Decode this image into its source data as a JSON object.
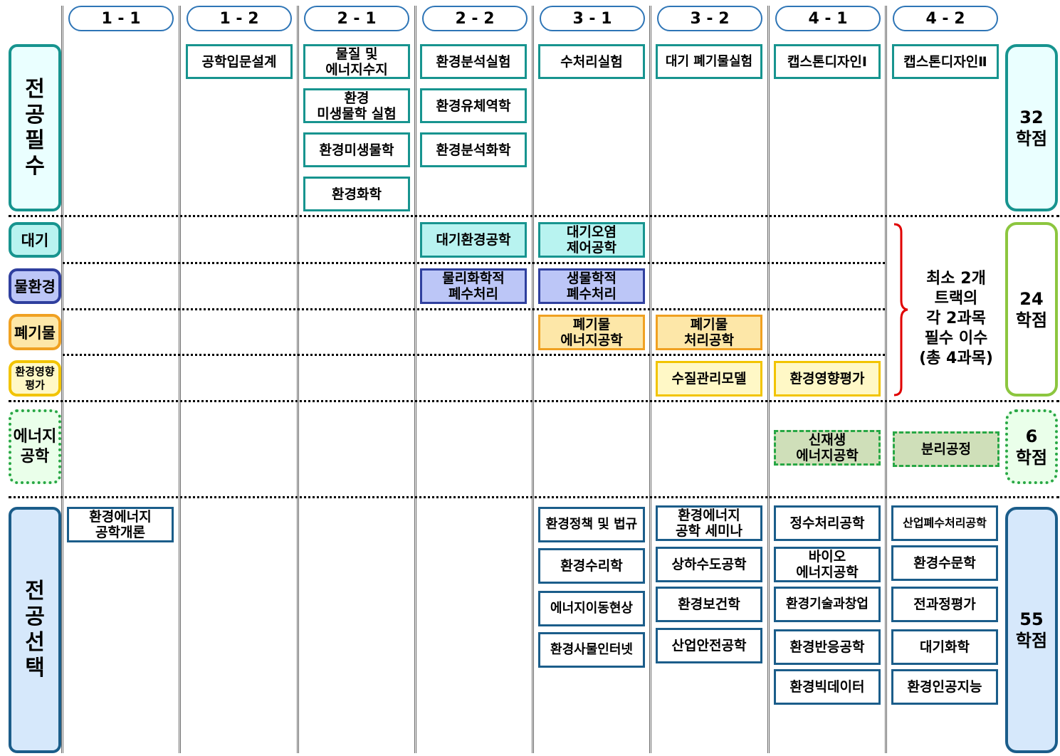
{
  "semesters": [
    "1 - 1",
    "1 - 2",
    "2 - 1",
    "2 - 2",
    "3 - 1",
    "3 - 2",
    "4 - 1",
    "4 - 2"
  ],
  "categories": {
    "major_required": "전공필수",
    "air": "대기",
    "water": "물환경",
    "waste": "폐기물",
    "eia": "환경영향\n평가",
    "energy": "에너지\n공학",
    "major_elective": "전공선택"
  },
  "credits": {
    "major_required": "32\n학점",
    "tracks": "24\n학점",
    "energy": "6\n학점",
    "major_elective": "55\n학점"
  },
  "track_note": "최소 2개\n트랙의\n각 2과목\n필수 이수\n(총 4과목)",
  "courses": {
    "major_required": {
      "s1_2": [
        "공학입문설계"
      ],
      "s2_1": [
        "물질 및\n에너지수지",
        "환경\n미생물학 실험",
        "환경미생물학",
        "환경화학"
      ],
      "s2_2": [
        "환경분석실험",
        "환경유체역학",
        "환경분석화학"
      ],
      "s3_1": [
        "수처리실험"
      ],
      "s3_2": [
        "대기 폐기물실험"
      ],
      "s4_1": [
        "캡스톤디자인Ⅰ"
      ],
      "s4_2": [
        "캡스톤디자인Ⅱ"
      ]
    },
    "air": {
      "s2_2": "대기환경공학",
      "s3_1": "대기오염\n제어공학"
    },
    "water": {
      "s2_2": "물리화학적\n폐수처리",
      "s3_1": "생물학적\n폐수처리"
    },
    "waste": {
      "s3_1": "폐기물\n에너지공학",
      "s3_2": "폐기물\n처리공학"
    },
    "eia": {
      "s3_2": "수질관리모델",
      "s4_1": "환경영향평가"
    },
    "energy": {
      "s4_1": "신재생\n에너지공학",
      "s4_2": "분리공정"
    },
    "major_elective": {
      "s1_1": [
        "환경에너지\n공학개론"
      ],
      "s3_1": [
        "환경정책 및 법규",
        "환경수리학",
        "에너지이동현상",
        "환경사물인터넷"
      ],
      "s3_2": [
        "환경에너지\n공학 세미나",
        "상하수도공학",
        "환경보건학",
        "산업안전공학"
      ],
      "s4_1": [
        "정수처리공학",
        "바이오\n에너지공학",
        "환경기술과창업",
        "환경반응공학",
        "환경빅데이터"
      ],
      "s4_2": [
        "산업폐수처리공학",
        "환경수문학",
        "전과정평가",
        "대기화학",
        "환경인공지능"
      ]
    }
  },
  "colors": {
    "required_border": "#17948f",
    "air_fill": "#b8f3f0",
    "water_fill": "#bcc6f7",
    "water_border": "#2f3f9e",
    "waste_fill": "#fde7a8",
    "waste_border": "#f0a122",
    "eia_fill": "#fff8c6",
    "eia_border": "#f2c400",
    "energy_fill": "#cfdfb9",
    "energy_border": "#28a745",
    "elective_border": "#1b5d8a",
    "elective_fill": "#d6e8fb",
    "bracket": "#e00000",
    "header_border": "#2e75b6"
  }
}
